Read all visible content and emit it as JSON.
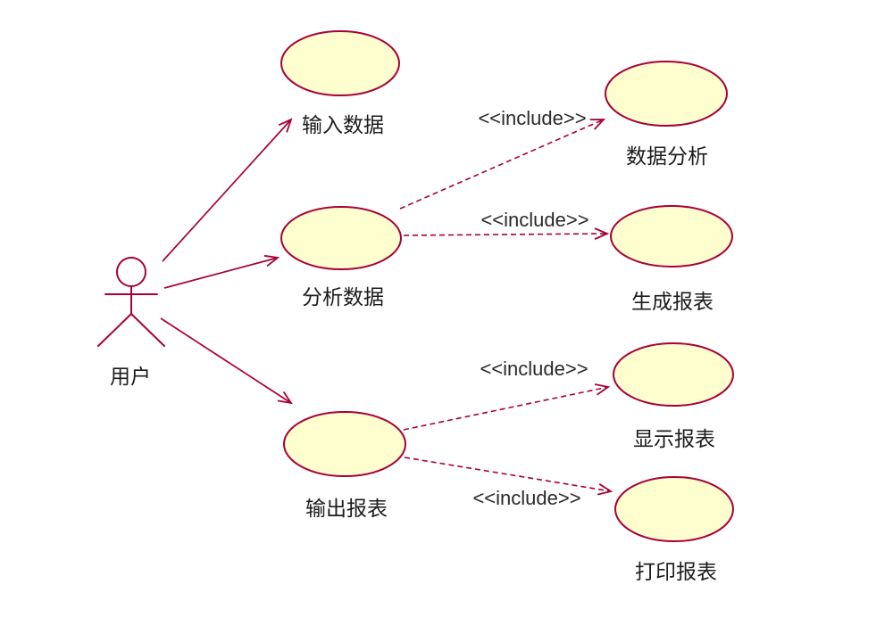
{
  "diagram": {
    "type": "uml-use-case-diagram",
    "colors": {
      "line": "#A80036",
      "usecase_fill": "#FEFECE",
      "text": "#1c1c1c",
      "background": "#ffffff"
    },
    "actor": {
      "label": "用户"
    },
    "use_cases": [
      {
        "id": "input-data",
        "label": "输入数据"
      },
      {
        "id": "analyze-data",
        "label": "分析数据"
      },
      {
        "id": "output-report",
        "label": "输出报表"
      },
      {
        "id": "data-analysis",
        "label": "数据分析"
      },
      {
        "id": "generate-report",
        "label": "生成报表"
      },
      {
        "id": "display-report",
        "label": "显示报表"
      },
      {
        "id": "print-report",
        "label": "打印报表"
      }
    ],
    "associations": [
      {
        "from": "用户",
        "to": "输入数据",
        "type": "association",
        "label": ""
      },
      {
        "from": "用户",
        "to": "分析数据",
        "type": "association",
        "label": ""
      },
      {
        "from": "用户",
        "to": "输出报表",
        "type": "association",
        "label": ""
      },
      {
        "from": "分析数据",
        "to": "数据分析",
        "type": "include",
        "label": "<<include>>"
      },
      {
        "from": "分析数据",
        "to": "生成报表",
        "type": "include",
        "label": "<<include>>"
      },
      {
        "from": "输出报表",
        "to": "显示报表",
        "type": "include",
        "label": "<<include>>"
      },
      {
        "from": "输出报表",
        "to": "打印报表",
        "type": "include",
        "label": "<<include>>"
      }
    ]
  }
}
